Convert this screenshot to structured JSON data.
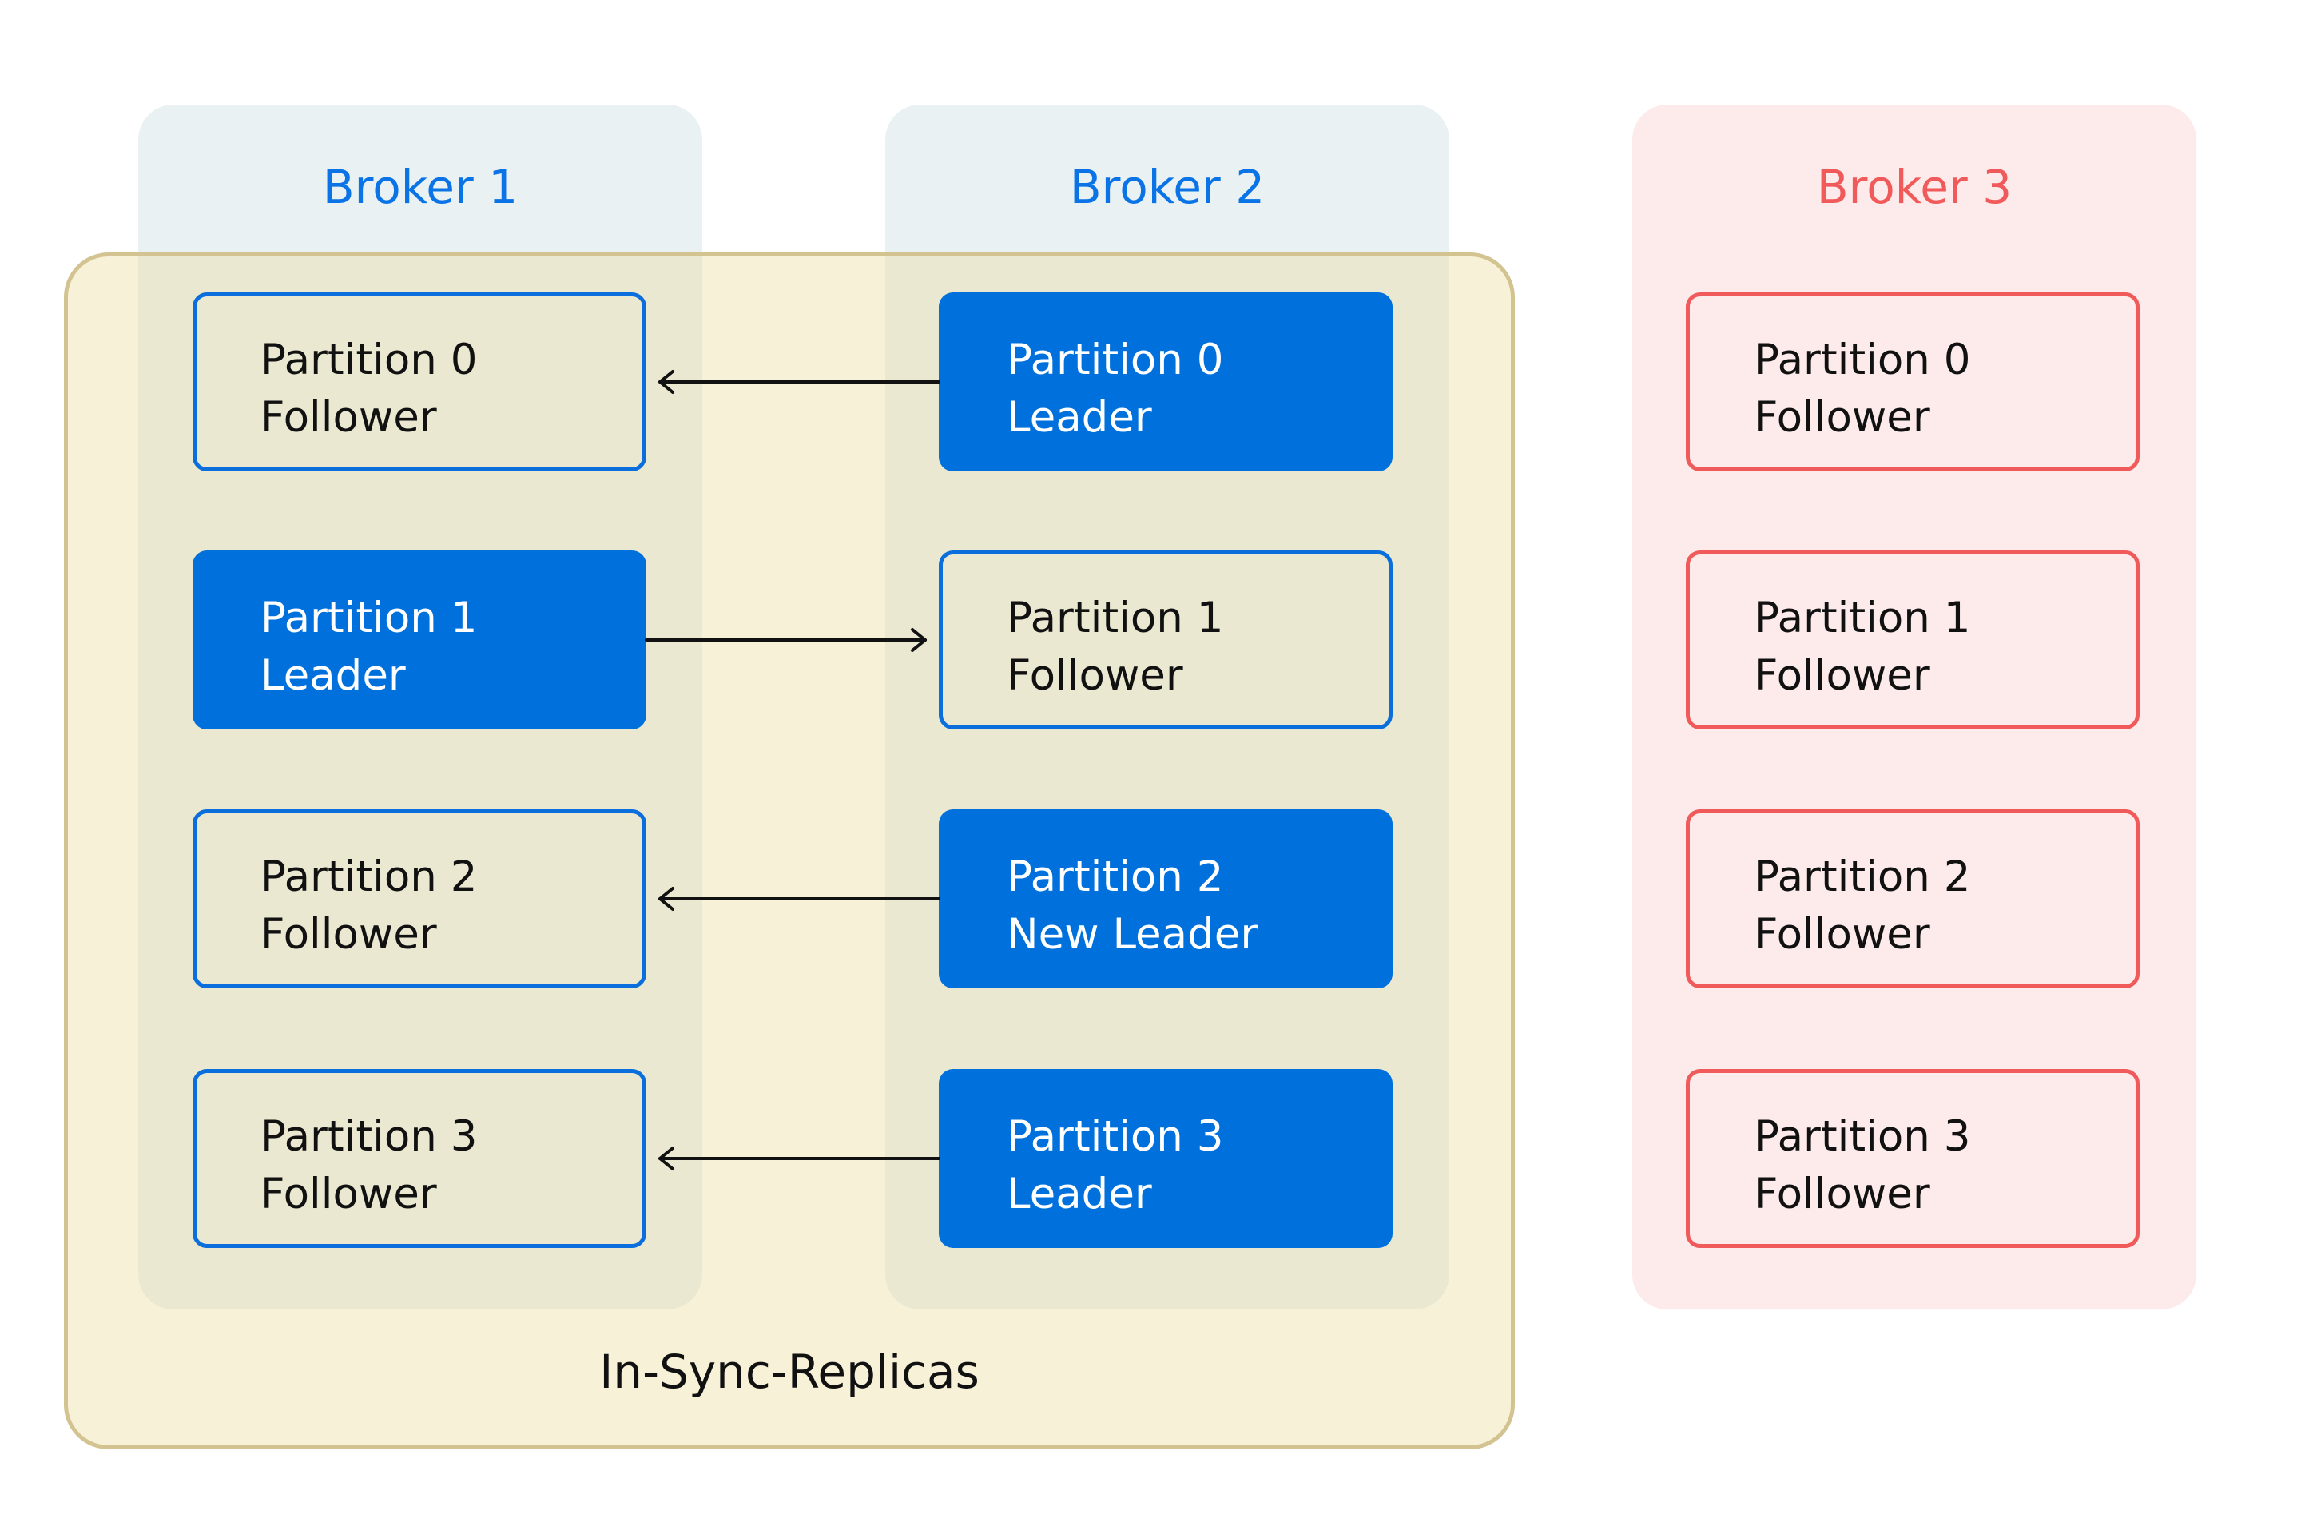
{
  "diagram": {
    "isr_label": "In-Sync-Replicas",
    "colors": {
      "broker_blue": "#0a73e6",
      "broker_red": "#f05a5a",
      "leader_fill": "#0070dc",
      "isr_border": "#d3c390"
    },
    "brokers": [
      {
        "title": "Broker 1",
        "partitions": [
          {
            "name": "Partition 0",
            "role": "Follower"
          },
          {
            "name": "Partition 1",
            "role": "Leader"
          },
          {
            "name": "Partition 2",
            "role": "Follower"
          },
          {
            "name": "Partition 3",
            "role": "Follower"
          }
        ]
      },
      {
        "title": "Broker 2",
        "partitions": [
          {
            "name": "Partition 0",
            "role": "Leader"
          },
          {
            "name": "Partition 1",
            "role": "Follower"
          },
          {
            "name": "Partition 2",
            "role": "New Leader"
          },
          {
            "name": "Partition 3",
            "role": "Leader"
          }
        ]
      },
      {
        "title": "Broker 3",
        "partitions": [
          {
            "name": "Partition 0",
            "role": "Follower"
          },
          {
            "name": "Partition 1",
            "role": "Follower"
          },
          {
            "name": "Partition 2",
            "role": "Follower"
          },
          {
            "name": "Partition 3",
            "role": "Follower"
          }
        ]
      }
    ]
  }
}
